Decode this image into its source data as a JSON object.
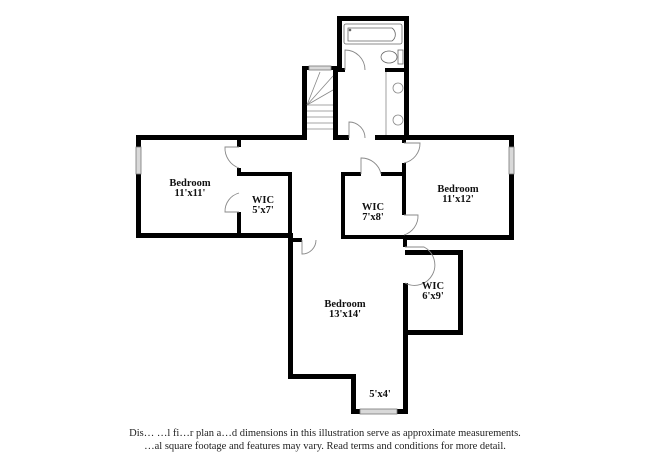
{
  "colors": {
    "wall": "#000000",
    "thin": "#888888",
    "window_fill": "#d9d9d9",
    "background": "#ffffff"
  },
  "rooms": [
    {
      "id": "bedroom-1",
      "name": "Bedroom",
      "dims": "11'x11'"
    },
    {
      "id": "wic-1",
      "name": "WIC",
      "dims": "5'x7'"
    },
    {
      "id": "wic-2",
      "name": "WIC",
      "dims": "7'x8'"
    },
    {
      "id": "bedroom-2",
      "name": "Bedroom",
      "dims": "11'x12'"
    },
    {
      "id": "bedroom-3",
      "name": "Bedroom",
      "dims": "13'x14'"
    },
    {
      "id": "wic-3",
      "name": "WIC",
      "dims": "6'x9'"
    },
    {
      "id": "nook",
      "name": "",
      "dims": "5'x4'"
    }
  ],
  "fixtures": [
    "bathtub",
    "toilet",
    "double-vanity-sinks",
    "staircase"
  ],
  "disclaimer": {
    "line1": "Dis… …l fi…r plan a…d dimensions in this illustration serve as approximate measurements.",
    "line2": "…al square footage and features may vary. Read terms and conditions for more detail."
  }
}
